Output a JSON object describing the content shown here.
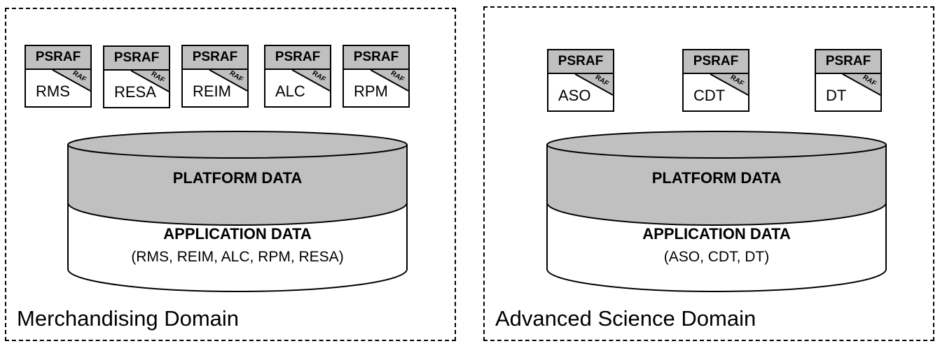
{
  "colors": {
    "header_fill": "#c0c0c0",
    "stroke": "#000000",
    "background": "#ffffff"
  },
  "domains": [
    {
      "label": "Merchandising Domain",
      "modules": [
        {
          "header": "PSRAF",
          "corner": "RAF",
          "name": "RMS"
        },
        {
          "header": "PSRAF",
          "corner": "RAF",
          "name": "RESA"
        },
        {
          "header": "PSRAF",
          "corner": "RAF",
          "name": "REIM"
        },
        {
          "header": "PSRAF",
          "corner": "RAF",
          "name": "ALC"
        },
        {
          "header": "PSRAF",
          "corner": "RAF",
          "name": "RPM"
        }
      ],
      "database": {
        "platform_label": "PLATFORM DATA",
        "application_label": "APPLICATION DATA",
        "application_list": "(RMS, REIM, ALC, RPM, RESA)"
      }
    },
    {
      "label": "Advanced Science Domain",
      "modules": [
        {
          "header": "PSRAF",
          "corner": "RAF",
          "name": "ASO"
        },
        {
          "header": "PSRAF",
          "corner": "RAF",
          "name": "CDT"
        },
        {
          "header": "PSRAF",
          "corner": "RAF",
          "name": "DT"
        }
      ],
      "database": {
        "platform_label": "PLATFORM DATA",
        "application_label": "APPLICATION DATA",
        "application_list": "(ASO, CDT, DT)"
      }
    }
  ]
}
